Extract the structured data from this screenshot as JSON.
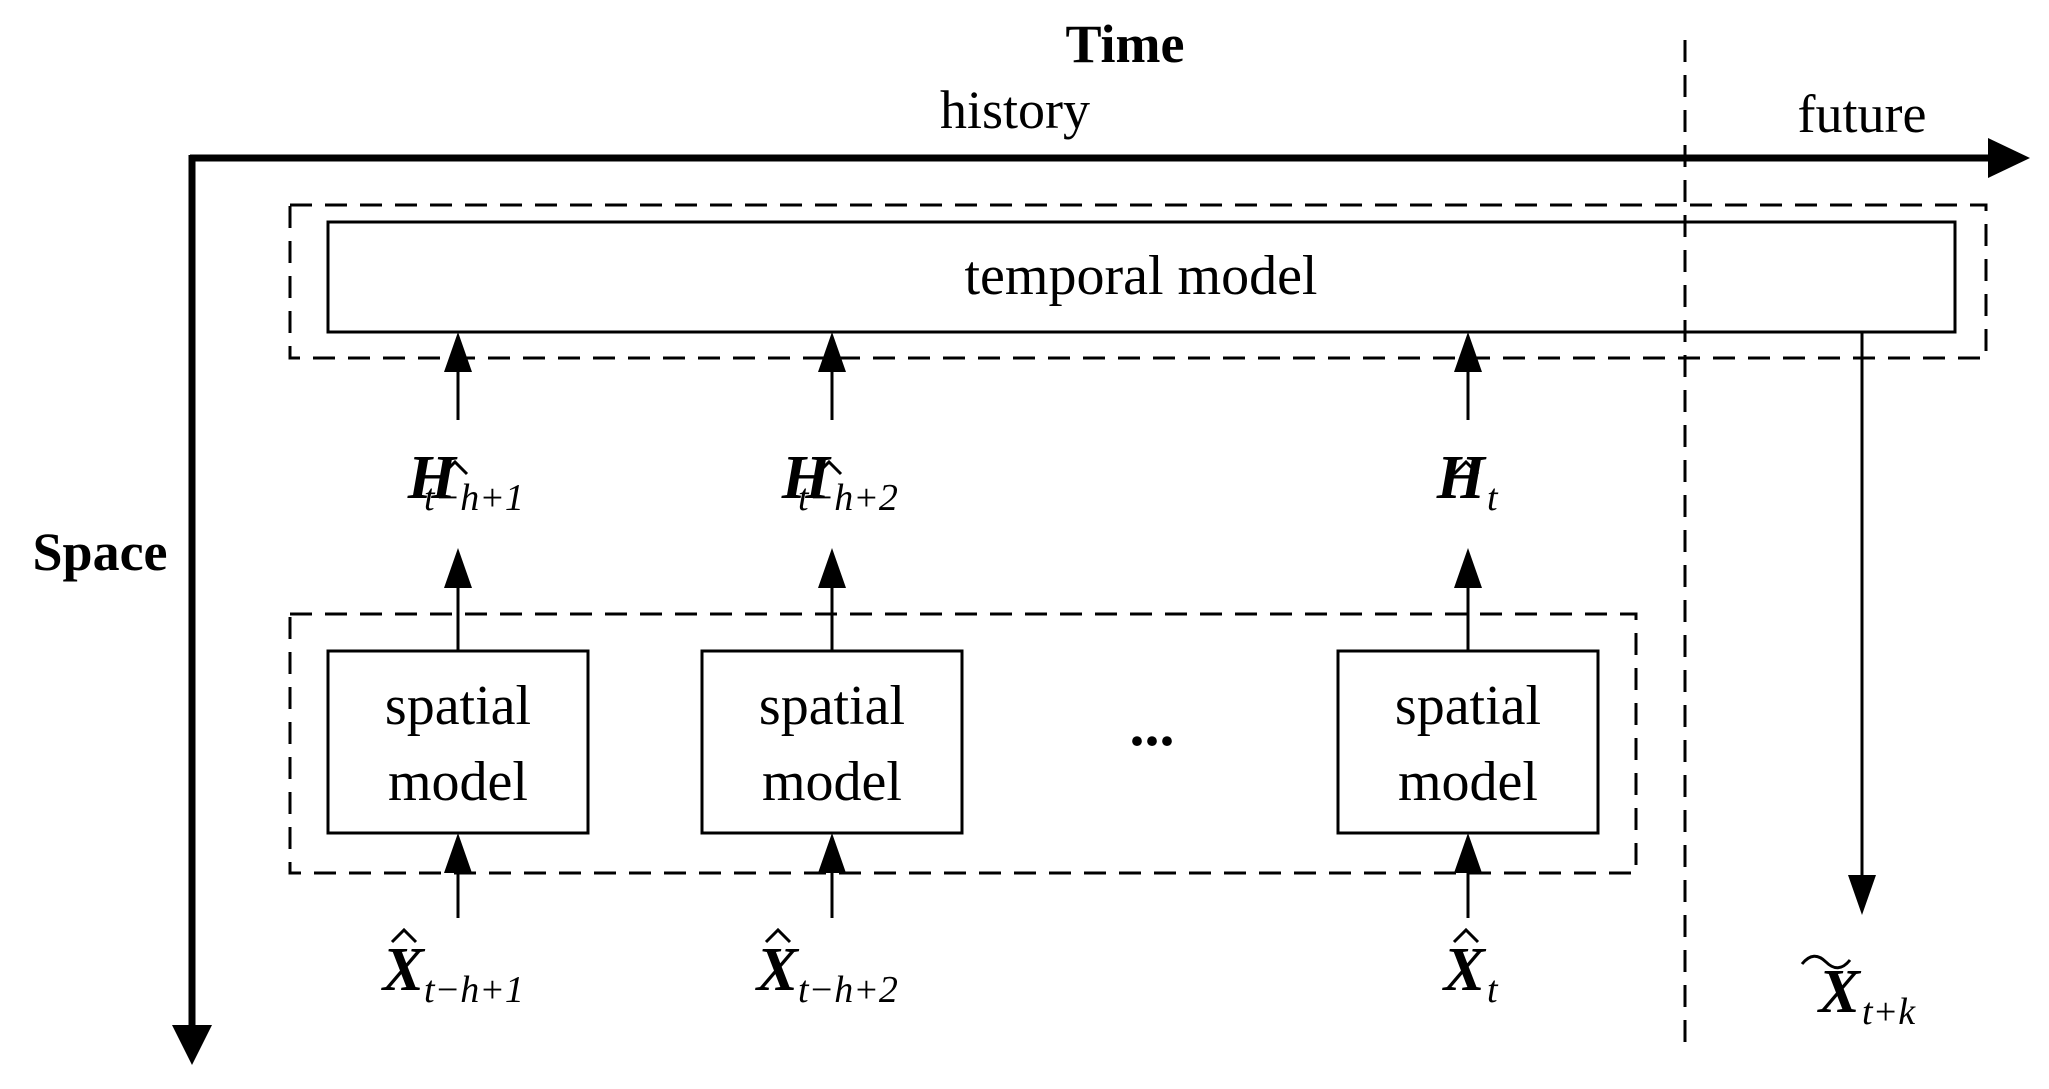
{
  "axes": {
    "time_label": "Time",
    "space_label": "Space"
  },
  "zones": {
    "history": "history",
    "future": "future"
  },
  "temporal": {
    "label": "temporal model"
  },
  "spatial": {
    "blocks": [
      {
        "line1": "spatial",
        "line2": "model"
      },
      {
        "line1": "spatial",
        "line2": "model"
      },
      {
        "line1": "spatial",
        "line2": "model"
      }
    ],
    "ellipsis": "..."
  },
  "hidden_states": [
    {
      "symbol": "H",
      "subscript": "t−h+1"
    },
    {
      "symbol": "H",
      "subscript": "t−h+2"
    },
    {
      "symbol": "H",
      "subscript": "t"
    }
  ],
  "inputs": [
    {
      "symbol": "X",
      "subscript": "t−h+1"
    },
    {
      "symbol": "X",
      "subscript": "t−h+2"
    },
    {
      "symbol": "X",
      "subscript": "t"
    }
  ],
  "output": {
    "symbol": "X",
    "subscript": "t+k"
  }
}
